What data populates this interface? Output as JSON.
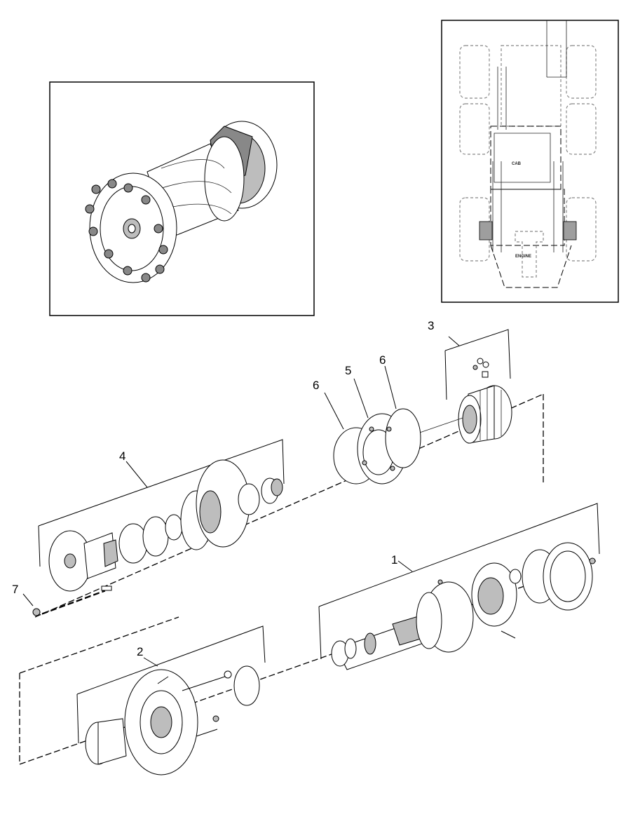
{
  "callouts": {
    "c1": "1",
    "c2": "2",
    "c3": "3",
    "c4": "4",
    "c5": "5",
    "c6a": "6",
    "c6b": "6",
    "c7": "7"
  },
  "locator": {
    "cab_label": "CAB",
    "engine_label": "ENGINE"
  }
}
